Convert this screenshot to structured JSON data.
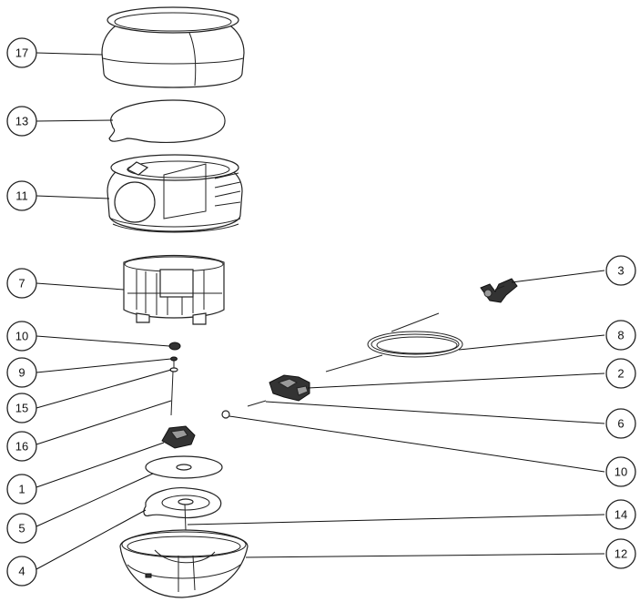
{
  "callouts": [
    {
      "id": "c17",
      "label": "17"
    },
    {
      "id": "c13",
      "label": "13"
    },
    {
      "id": "c11",
      "label": "11"
    },
    {
      "id": "c7",
      "label": "7"
    },
    {
      "id": "c10a",
      "label": "10"
    },
    {
      "id": "c9",
      "label": "9"
    },
    {
      "id": "c15",
      "label": "15"
    },
    {
      "id": "c16",
      "label": "16"
    },
    {
      "id": "c1",
      "label": "1"
    },
    {
      "id": "c5",
      "label": "5"
    },
    {
      "id": "c4",
      "label": "4"
    },
    {
      "id": "c3",
      "label": "3"
    },
    {
      "id": "c8",
      "label": "8"
    },
    {
      "id": "c2",
      "label": "2"
    },
    {
      "id": "c6",
      "label": "6"
    },
    {
      "id": "c10b",
      "label": "10"
    },
    {
      "id": "c14",
      "label": "14"
    },
    {
      "id": "c12",
      "label": "12"
    }
  ]
}
